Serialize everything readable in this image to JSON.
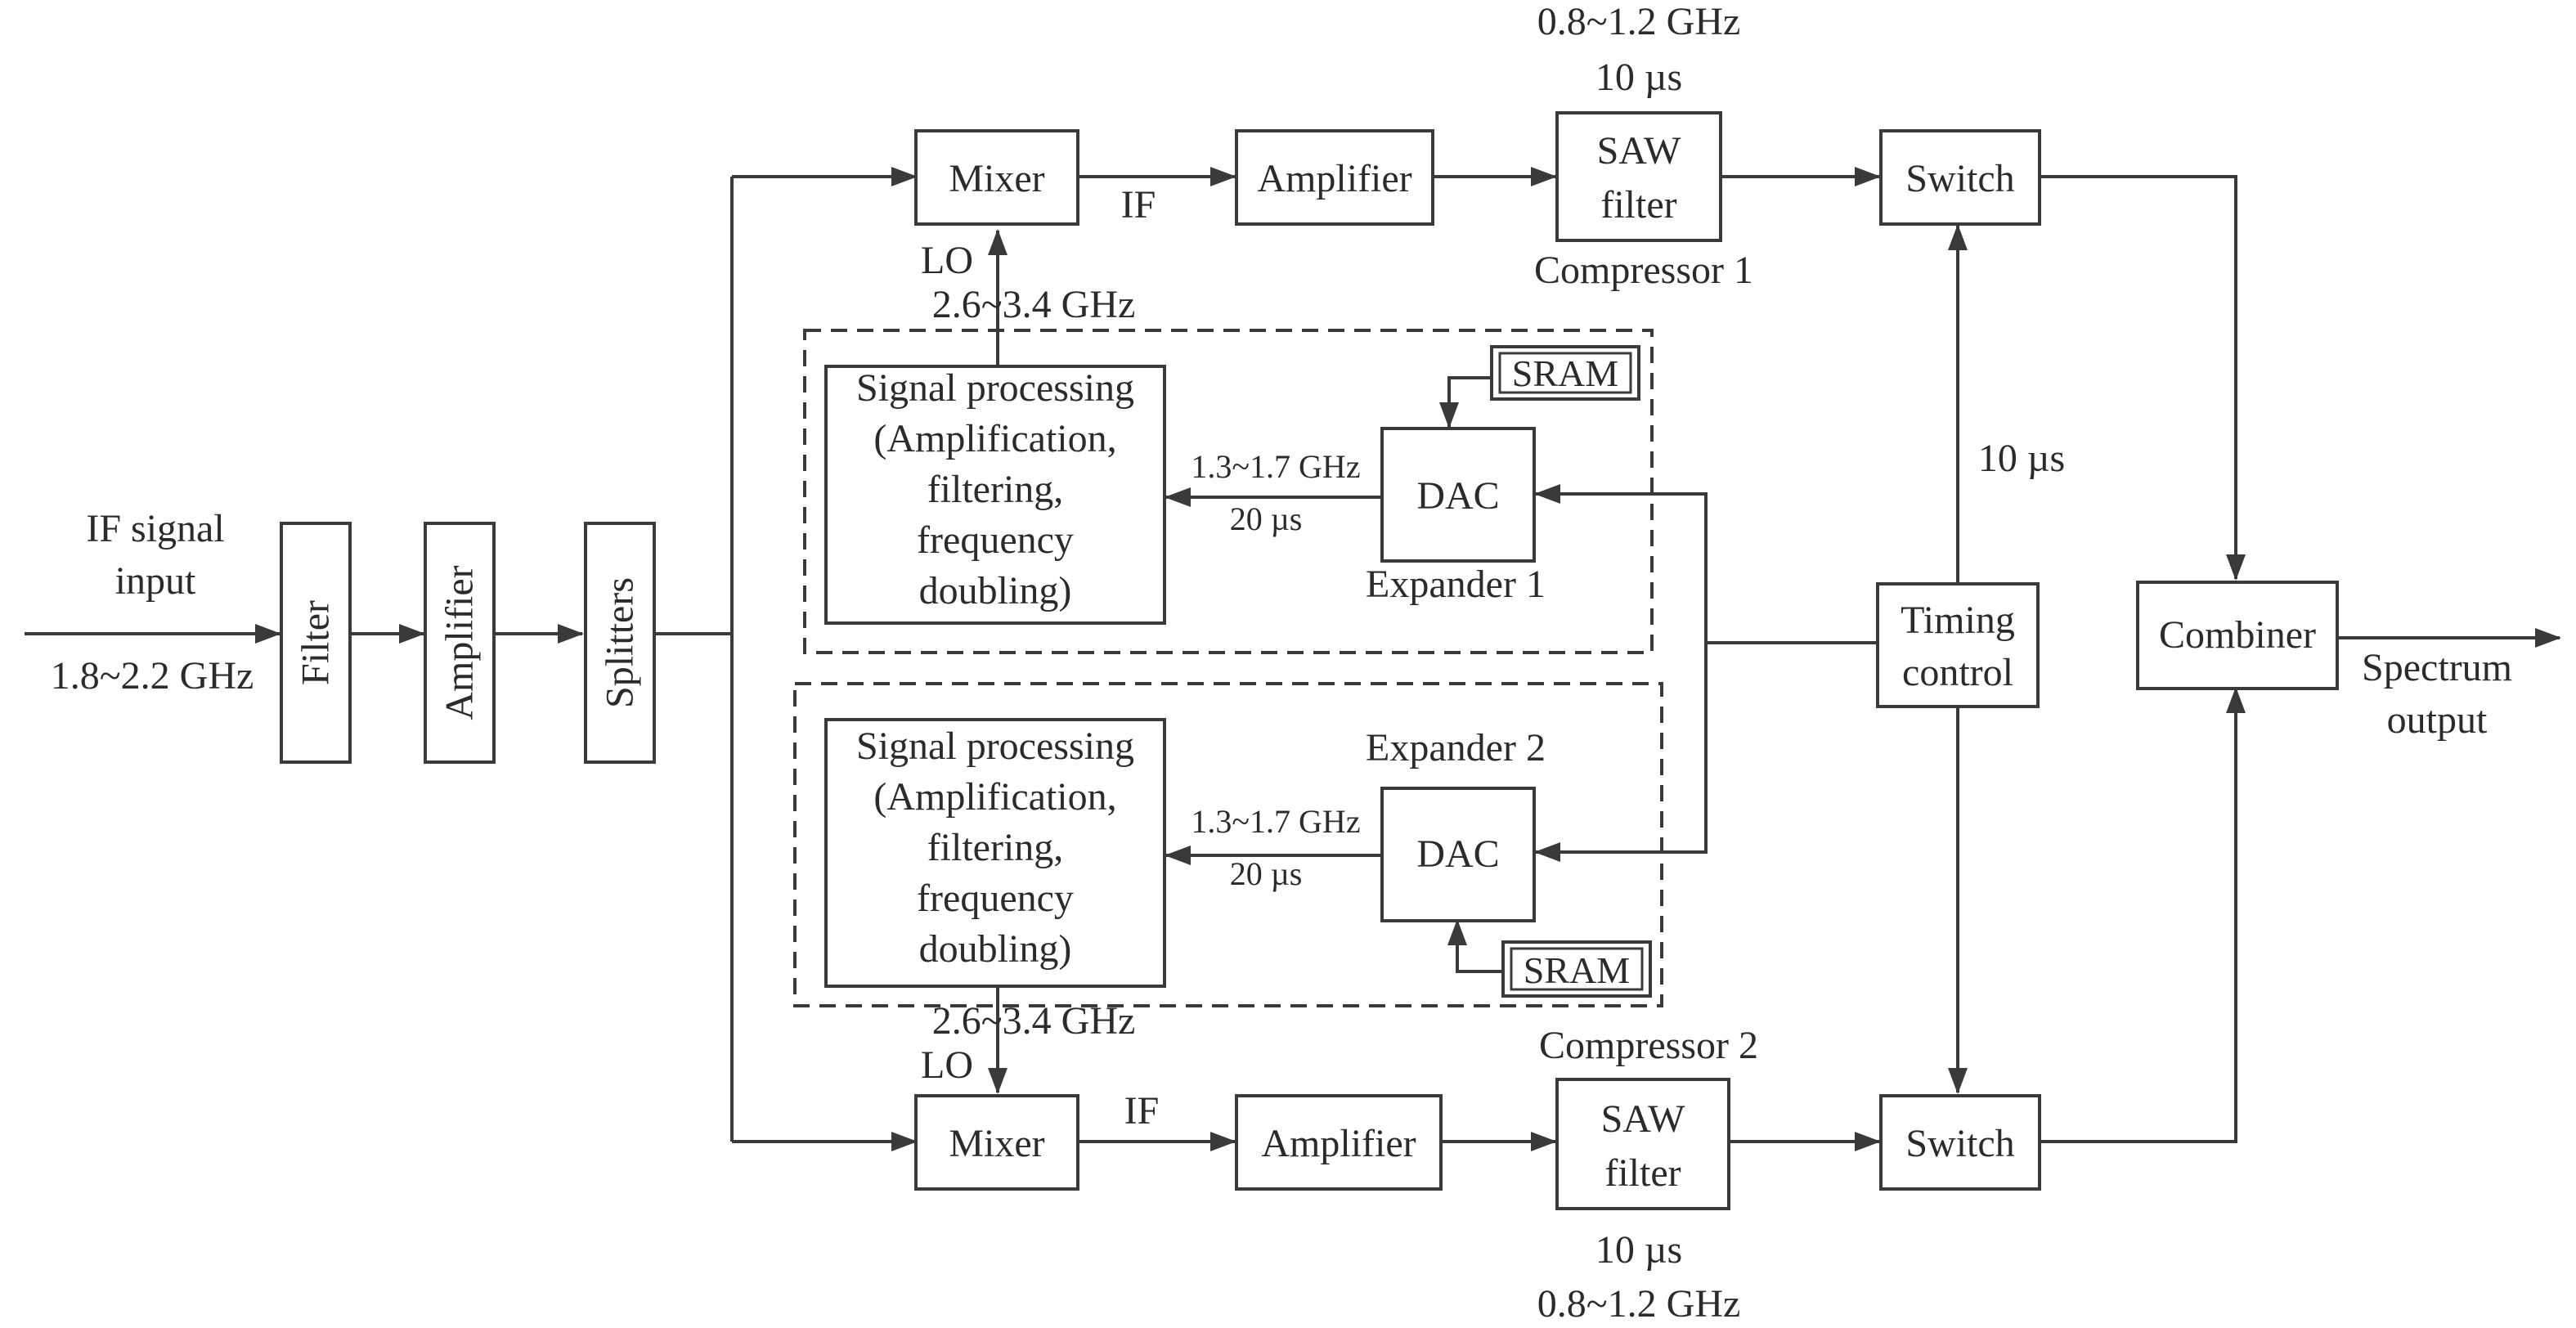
{
  "input": {
    "line1": "IF signal",
    "line2": "input",
    "freq": "1.8~2.2 GHz"
  },
  "front": {
    "filter": "Filter",
    "amplifier": "Amplifier",
    "splitters": "Splitters"
  },
  "upper": {
    "mixer": "Mixer",
    "if_label": "IF",
    "amplifier": "Amplifier",
    "saw_line1": "SAW",
    "saw_line2": "filter",
    "saw_freq": "0.8~1.2 GHz",
    "saw_time": "10 µs",
    "compressor": "Compressor 1",
    "switch": "Switch",
    "lo_label": "LO",
    "lo_freq": "2.6~3.4 GHz"
  },
  "expander1": {
    "title": "Expander 1",
    "sp_lines": [
      "Signal processing",
      "(Amplification,",
      "filtering,",
      "frequency",
      "doubling)"
    ],
    "dac": "DAC",
    "sram": "SRAM",
    "link_freq": "1.3~1.7 GHz",
    "link_time": "20 µs"
  },
  "expander2": {
    "title": "Expander 2",
    "sp_lines": [
      "Signal processing",
      "(Amplification,",
      "filtering,",
      "frequency",
      "doubling)"
    ],
    "dac": "DAC",
    "sram": "SRAM",
    "link_freq": "1.3~1.7 GHz",
    "link_time": "20 µs"
  },
  "lower": {
    "mixer": "Mixer",
    "if_label": "IF",
    "amplifier": "Amplifier",
    "saw_line1": "SAW",
    "saw_line2": "filter",
    "saw_time": "10 µs",
    "saw_freq": "0.8~1.2 GHz",
    "compressor": "Compressor 2",
    "switch": "Switch",
    "lo_label": "LO",
    "lo_freq": "2.6~3.4 GHz"
  },
  "timing": {
    "line1": "Timing",
    "line2": "control",
    "switch_time": "10 µs"
  },
  "output": {
    "combiner": "Combiner",
    "line1": "Spectrum",
    "line2": "output"
  }
}
